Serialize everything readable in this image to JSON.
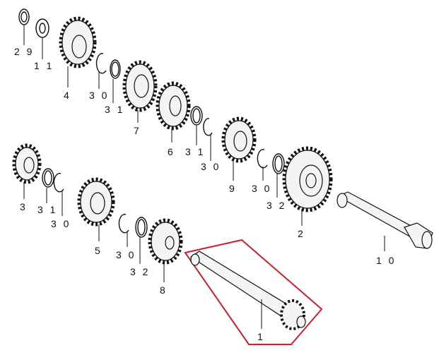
{
  "labels": {
    "p29": "2 9",
    "p11": "1 1",
    "p4": "4",
    "p30a": "3 0",
    "p31a": "3 1",
    "p7": "7",
    "p6": "6",
    "p31b": "3 1",
    "p30b": "3 0",
    "p9": "9",
    "p30c": "3 0",
    "p32a": "3 2",
    "p2": "2",
    "p10": "1 0",
    "p3": "3",
    "p31c": "3 1",
    "p30d": "3 0",
    "p5": "5",
    "p30e": "3 0",
    "p32b": "3 2",
    "p8": "8",
    "p1": "1"
  },
  "colors": {
    "line": "#111111",
    "highlight": "#d01e2a",
    "fill": "#f4f4f4"
  }
}
